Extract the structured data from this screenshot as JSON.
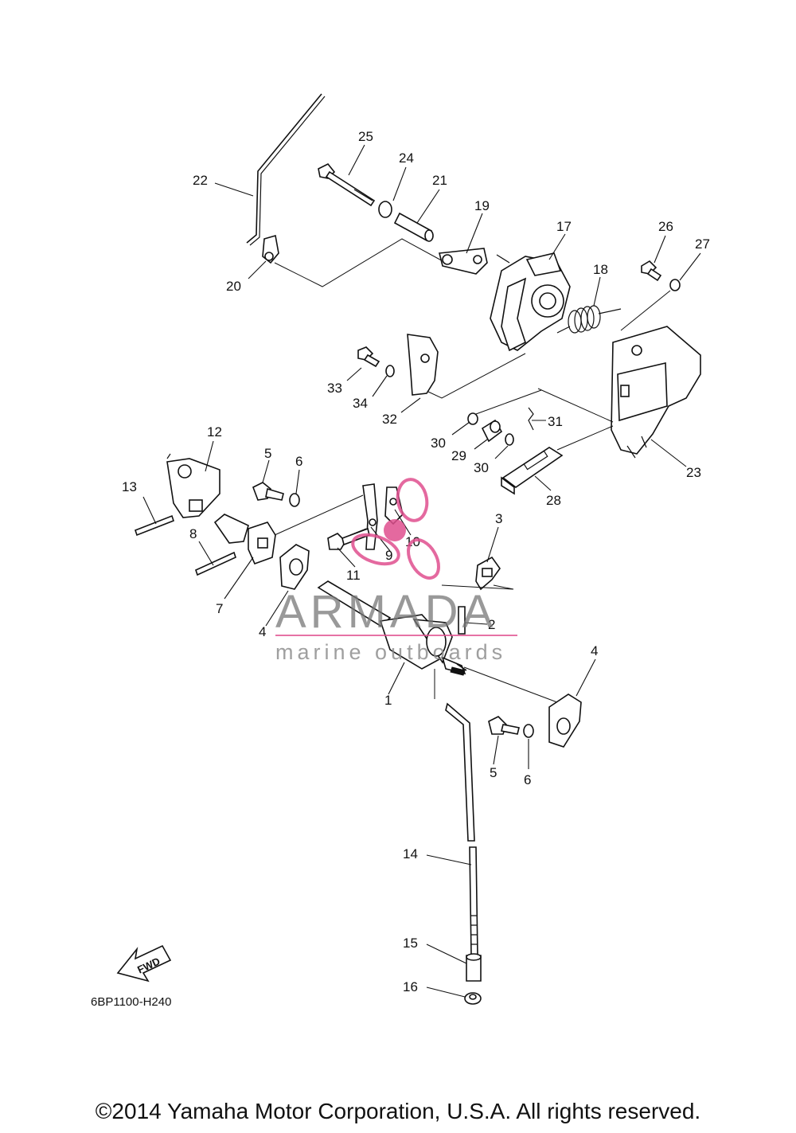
{
  "diagram": {
    "drawing_code": "6BP1100-H240",
    "fwd_label": "FWD",
    "part_numbers": [
      "1",
      "2",
      "3",
      "4",
      "4",
      "5",
      "5",
      "6",
      "6",
      "7",
      "8",
      "9",
      "10",
      "11",
      "12",
      "13",
      "14",
      "15",
      "16",
      "17",
      "18",
      "19",
      "20",
      "21",
      "22",
      "23",
      "24",
      "25",
      "26",
      "27",
      "28",
      "29",
      "30",
      "30",
      "31",
      "32",
      "33",
      "34"
    ]
  },
  "watermark": {
    "brand": "ARMADA",
    "tagline": "marine outboards",
    "accent_color": "#e0508f",
    "brand_color": "#777777"
  },
  "footer": {
    "copyright": "©2014 Yamaha Motor Corporation, U.S.A. All rights reserved."
  }
}
